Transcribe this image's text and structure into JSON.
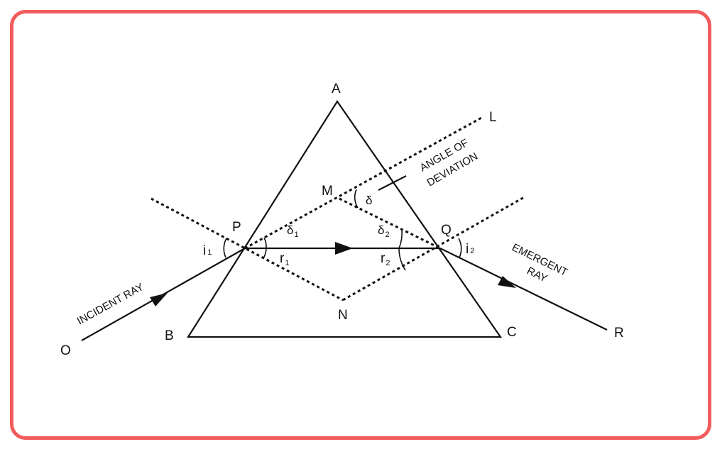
{
  "points": {
    "A": "A",
    "B": "B",
    "C": "C",
    "P": "P",
    "Q": "Q",
    "M": "M",
    "N": "N",
    "O": "O",
    "R": "R",
    "L": "L"
  },
  "angles": {
    "i1": "i",
    "i1_sub": "1",
    "i2": "i",
    "i2_sub": "2",
    "r1": "r",
    "r1_sub": "1",
    "r2": "r",
    "r2_sub": "2",
    "d1": "δ",
    "d1_sub": "1",
    "d2": "δ",
    "d2_sub": "2",
    "d": "δ"
  },
  "labels": {
    "incident_ray": "INCIDENT RAY",
    "emergent_ray_line1": "EMERGENT",
    "emergent_ray_line2": "RAY",
    "angle_of_deviation_line1": "ANGLE OF",
    "angle_of_deviation_line2": "DEVIATION"
  },
  "colors": {
    "frame_border": "#f25c5c",
    "line": "#111111"
  }
}
